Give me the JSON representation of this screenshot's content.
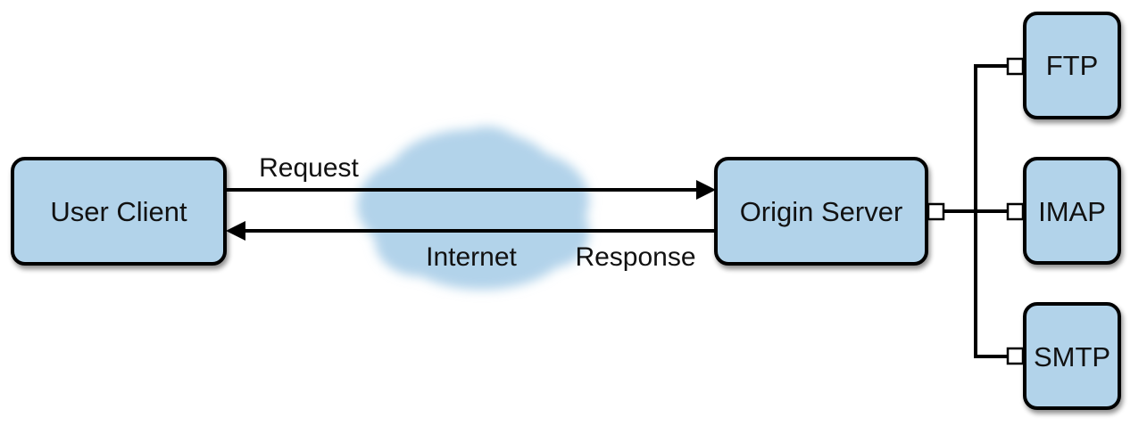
{
  "colors": {
    "box_fill": "#b2d3ea",
    "cloud_fill": "#b2d3ea",
    "stroke": "#000000",
    "connector_fill": "#ffffff"
  },
  "nodes": {
    "user_client": "User Client",
    "origin_server": "Origin Server",
    "ftp": "FTP",
    "imap": "IMAP",
    "smtp": "SMTP"
  },
  "cloud": {
    "label": "Internet"
  },
  "edges": {
    "request": "Request",
    "response": "Response"
  }
}
